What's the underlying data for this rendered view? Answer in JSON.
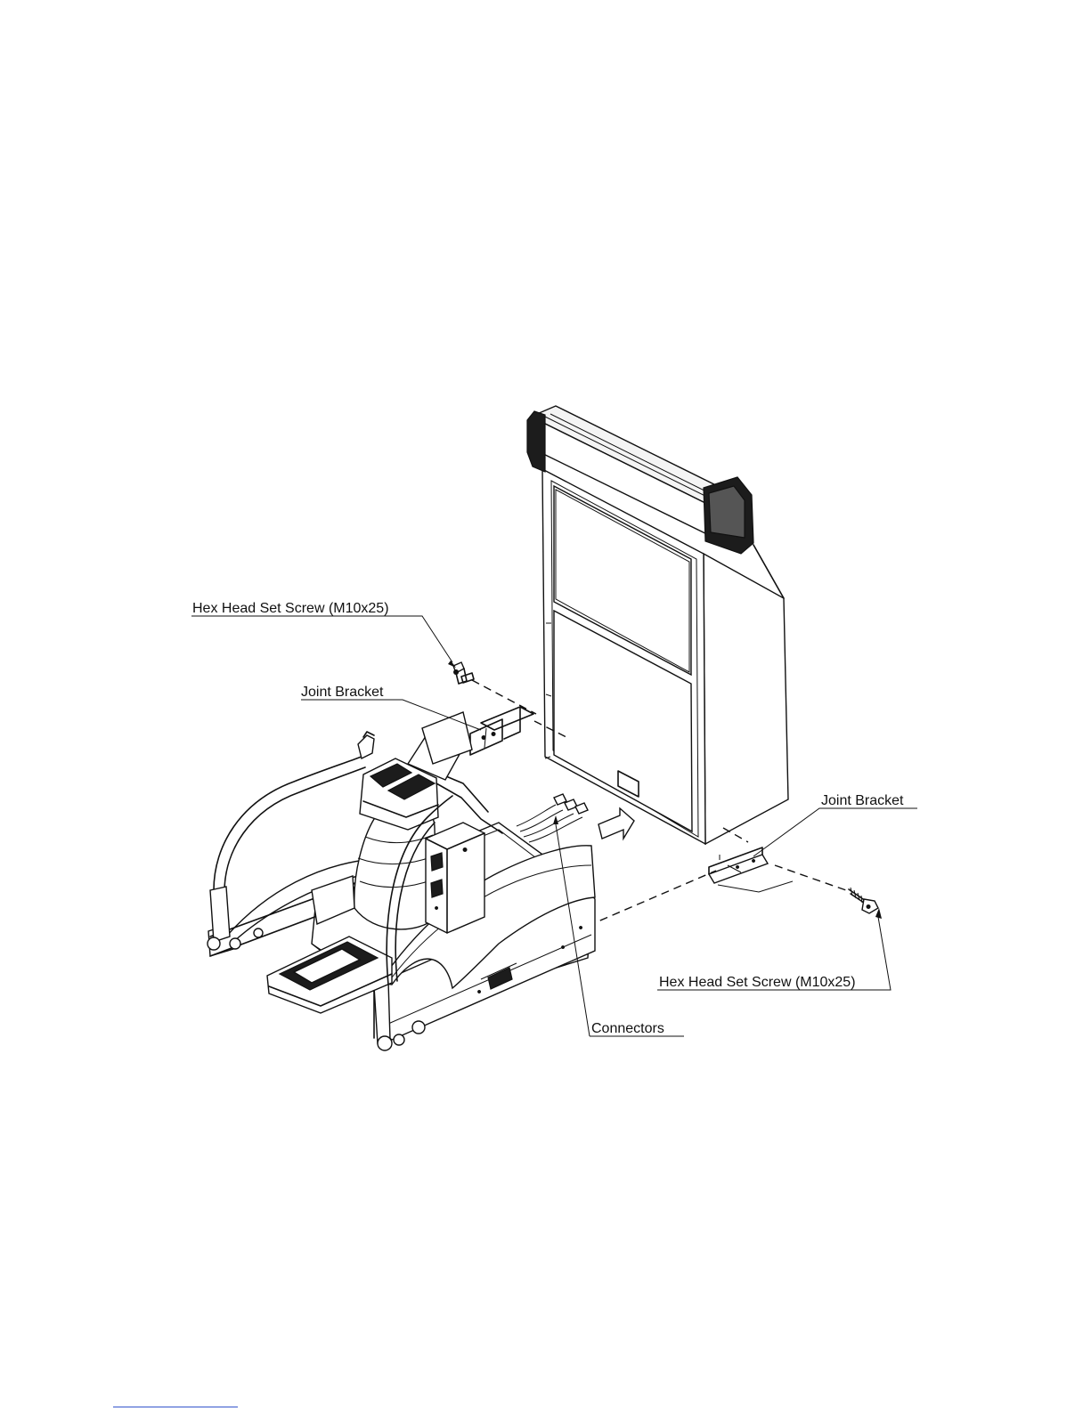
{
  "labels": {
    "hex_screw_left": "Hex Head Set Screw (M10x25)",
    "joint_bracket_left": "Joint Bracket",
    "joint_bracket_right": "Joint Bracket",
    "hex_screw_right": "Hex Head Set Screw (M10x25)",
    "connectors": "Connectors"
  }
}
